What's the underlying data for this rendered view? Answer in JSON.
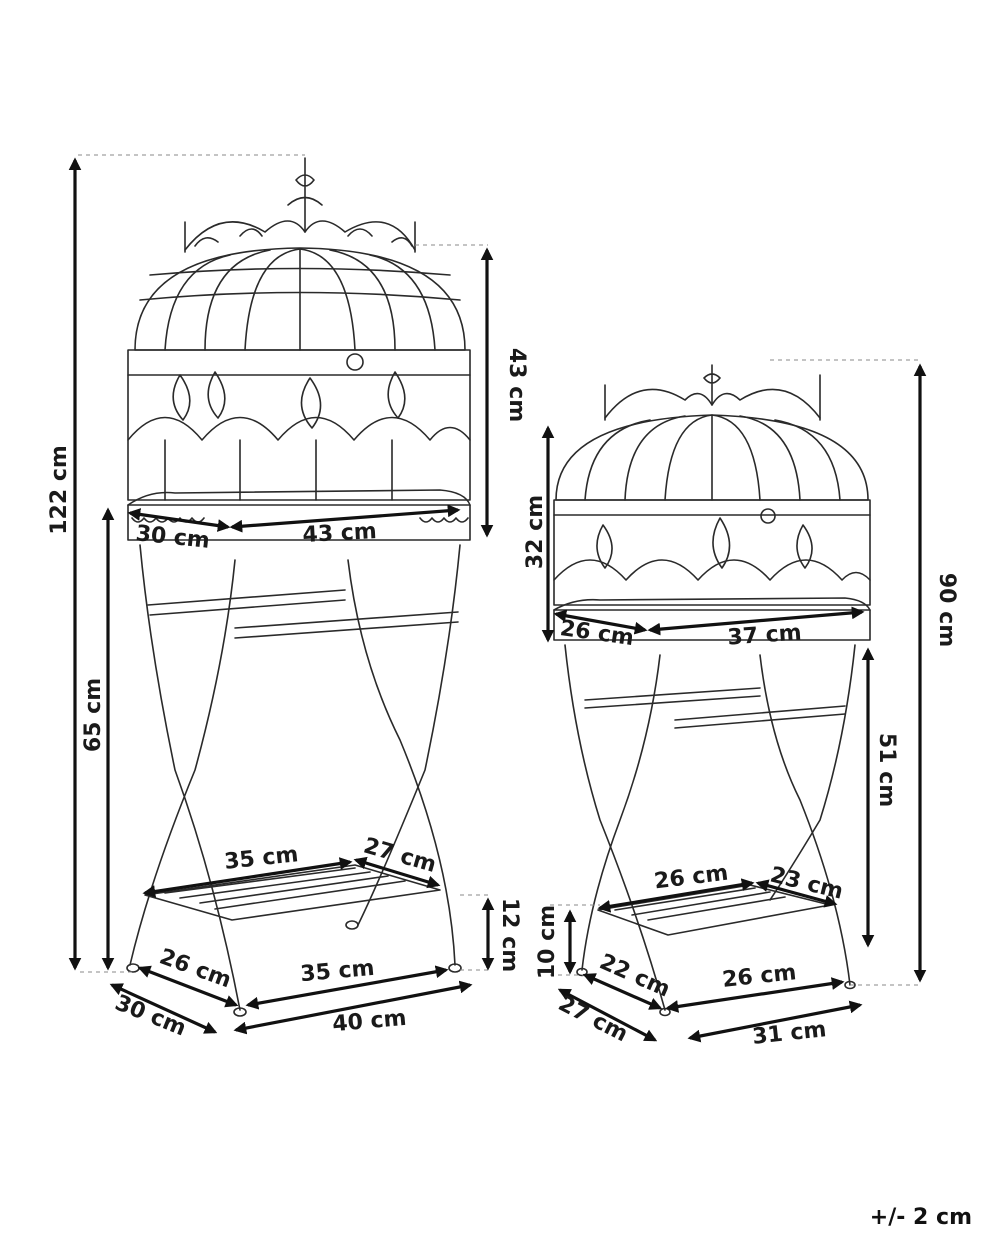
{
  "large_stand": {
    "total_height": "122 cm",
    "cage_height": "43 cm",
    "tray_depth": "30 cm",
    "tray_width": "43 cm",
    "stand_height": "65 cm",
    "shelf_width": "35 cm",
    "shelf_depth": "27 cm",
    "shelf_height": "12 cm",
    "inner_base_depth": "26 cm",
    "inner_base_width": "35 cm",
    "outer_base_depth": "30 cm",
    "outer_base_width": "40 cm"
  },
  "small_stand": {
    "total_height": "90 cm",
    "cage_height": "32 cm",
    "tray_depth": "26 cm",
    "tray_width": "37 cm",
    "stand_height": "51 cm",
    "shelf_width": "26 cm",
    "shelf_depth": "23 cm",
    "shelf_height": "10 cm",
    "inner_base_depth": "22 cm",
    "inner_base_width": "26 cm",
    "outer_base_depth": "27 cm",
    "outer_base_width": "31 cm"
  },
  "tolerance": "+/- 2 cm"
}
